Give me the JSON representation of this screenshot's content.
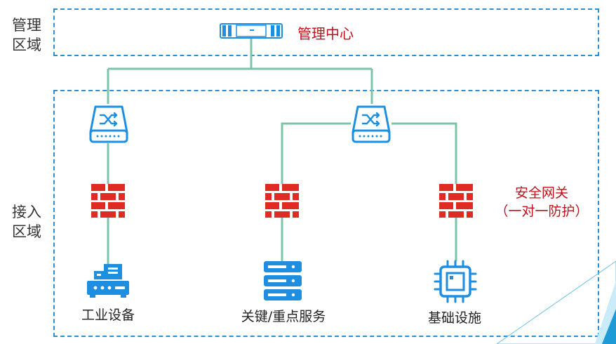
{
  "zones": {
    "management": {
      "label_line1": "管理",
      "label_line2": "区域"
    },
    "access": {
      "label_line1": "接入",
      "label_line2": "区域"
    }
  },
  "management_center": {
    "label": "管理中心",
    "icon": "server-rack-icon"
  },
  "switches": [
    {
      "id": "switch-left",
      "icon": "switch-icon"
    },
    {
      "id": "switch-right",
      "icon": "switch-icon"
    }
  ],
  "gateways": {
    "icon": "firewall-icon",
    "label_line1": "安全网关",
    "label_line2": "（一对一防护）",
    "count": 3
  },
  "endpoints": [
    {
      "label": "工业设备",
      "icon": "industrial-device-icon"
    },
    {
      "label": "关键/重点服务",
      "icon": "server-stack-icon"
    },
    {
      "label": "基础设施",
      "icon": "chip-icon"
    }
  ],
  "colors": {
    "zone_border": "#2b8fd6",
    "link_line": "#7cc4a8",
    "device_blue": "#1e8fe0",
    "firewall_red": "#e02a24",
    "label_red": "#c0111a"
  }
}
